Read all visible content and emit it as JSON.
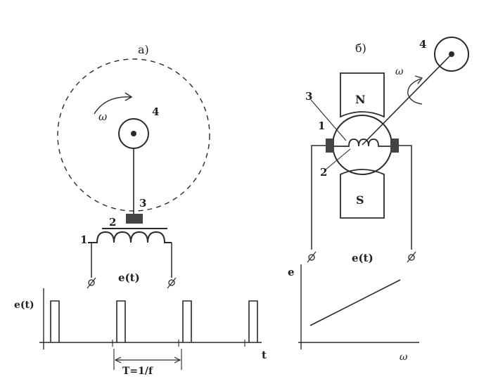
{
  "panel_a": {
    "label": "a)",
    "omega": "ω",
    "part_1": "1",
    "part_2": "2",
    "part_3": "3",
    "part_4": "4",
    "output_label": "e(t)",
    "graph": {
      "y_label": "e(t)",
      "x_label": "t",
      "period_label": "T=1/f",
      "pulse_count": 4
    }
  },
  "panel_b": {
    "label": "б)",
    "omega": "ω",
    "pole_north": "N",
    "pole_south": "S",
    "part_1": "1",
    "part_2": "2",
    "part_3": "3",
    "part_4": "4",
    "output_label": "e(t)",
    "graph": {
      "y_label": "e",
      "x_label": "ω",
      "relation": "linear"
    }
  },
  "colors": {
    "ink": "#2a2a2a",
    "magnet_fill": "#444444",
    "paper": "#ffffff"
  }
}
